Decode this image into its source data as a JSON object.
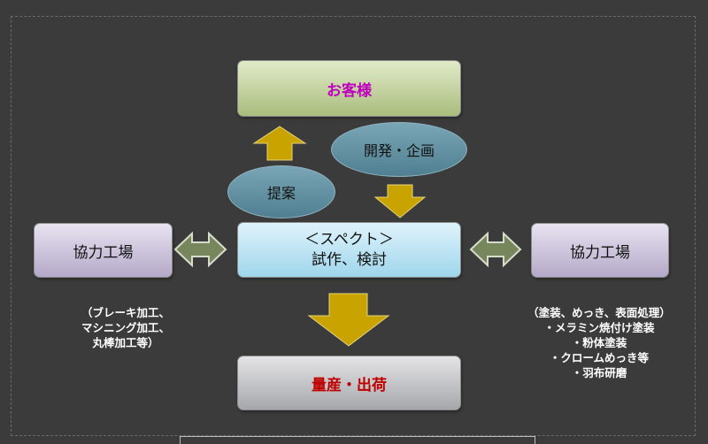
{
  "nodes": {
    "customer": "お客様",
    "center_line1": "＜スペクト＞",
    "center_line2": "試作、検討",
    "mass_production": "量産・出荷",
    "partner_left": "協力工場",
    "partner_right": "協力工場",
    "proposal": "提案",
    "development": "開発・企画"
  },
  "notes": {
    "left": "（ブレーキ加工、\nマシニング加工、\n丸棒加工等）",
    "right": "（塗装、めっき、表面処理）\n・メラミン焼付け塗装\n・粉体塗装\n・クロームめっき等\n・羽布研磨"
  },
  "colors": {
    "customer_text": "#c000c0",
    "mass_text": "#c00000",
    "up_down_arrow": "#c9a400",
    "side_arrow": "#77865c"
  }
}
